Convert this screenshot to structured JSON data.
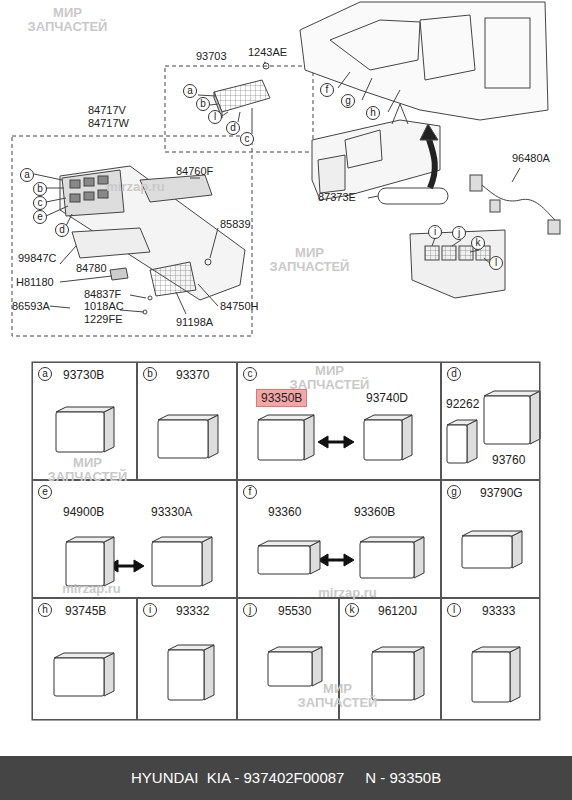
{
  "diagram": {
    "nodes": [
      {
        "text": [
          "a",
          "93730B"
        ]
      },
      {
        "text": [
          "b",
          "93370"
        ]
      },
      {
        "text": [
          "c",
          "93350B",
          "93740D"
        ]
      },
      {
        "text": [
          "d",
          "92262",
          "93760"
        ]
      },
      {
        "text": [
          "e",
          "94900B",
          "93330A"
        ]
      },
      {
        "text": [
          "f",
          "93360",
          "93360B"
        ]
      },
      {
        "text": [
          "g",
          "93790G"
        ]
      },
      {
        "text": [
          "h",
          "93745B"
        ]
      },
      {
        "text": [
          "i",
          "93332"
        ]
      },
      {
        "text": [
          "j",
          "95530"
        ]
      },
      {
        "text": [
          "k",
          "96120J"
        ]
      },
      {
        "text": [
          "l",
          "93333"
        ]
      },
      {
        "text": [
          "HYUNDAI  KIA - 937402F00087     N - 93350B"
        ]
      }
    ],
    "labels": [
      "93703",
      "1243AE",
      "a",
      "b",
      "l",
      "d",
      "c",
      "84717V",
      "84717W",
      "a",
      "b",
      "c",
      "e",
      "d",
      "84760F",
      "85839",
      "99847C",
      "84780",
      "H81180",
      "84837F",
      "1018AC",
      "1229FE",
      "86593A",
      "91198A",
      "84750H",
      "f",
      "g",
      "h",
      "96480A",
      "87373E",
      "i",
      "j",
      "k",
      "l",
      "МИР ЗАПЧАСТЕЙ",
      "mirzap.ru",
      "МИР ЗАПЧАСТЕЙ",
      "МИР ЗАПЧАСТЕЙ",
      "МИР ЗАПЧАСТЕЙ",
      "mirzap.ru",
      "mirzap.ru",
      "МИР ЗАПЧАСТЕЙ"
    ]
  }
}
